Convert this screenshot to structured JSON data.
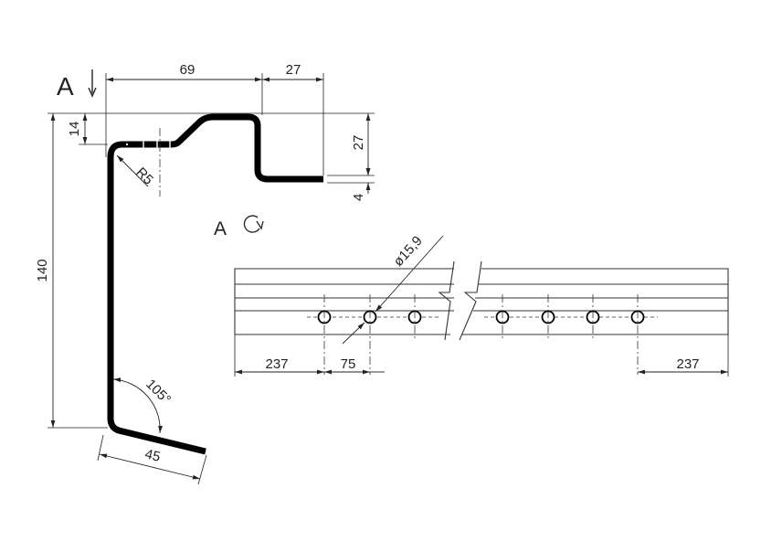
{
  "section_label": "A",
  "view_label": "A",
  "dimensions": {
    "top_width": "69",
    "flange_width": "27",
    "top_offset": "14",
    "flange_height": "27",
    "flange_lip": "4",
    "bend_radius": "R5",
    "total_height": "140",
    "angle": "105°",
    "foot_length": "45",
    "hole_diameter": "ø15,9",
    "left_edge_to_hole": "237",
    "hole_pitch": "75",
    "right_edge_to_hole": "237"
  },
  "icons": {
    "section_arrow": "down-arrow-icon",
    "view_rotation": "rotate-icon"
  }
}
